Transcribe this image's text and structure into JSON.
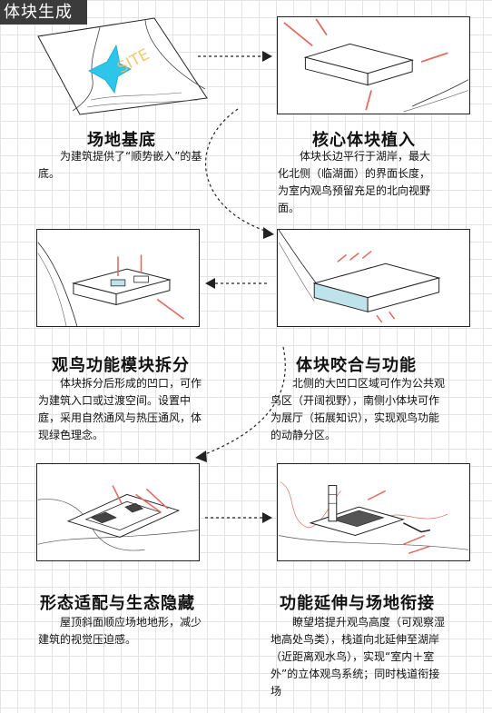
{
  "header": {
    "title": "体块生成"
  },
  "steps": [
    {
      "title": "场地基底",
      "desc": "为建筑提供了“顺势嵌入”的基底。",
      "site_label": "SITE"
    },
    {
      "title": "核心体块植入",
      "desc": "体块长边平行于湖岸，最大化北侧（临湖面）的界面长度，为室内观鸟预留充足的北向视野面。"
    },
    {
      "title": "观鸟功能模块拆分",
      "desc": "体块拆分后形成的凹口，可作为建筑入口或过渡空间。设置中庭，采用自然通风与热压通风，体现绿色理念。"
    },
    {
      "title": "体块咬合与功能",
      "desc": "北侧的大凹口区域可作为公共观鸟区（开阔视野），南侧小体块可作为展厅（拓展知识），实现观鸟功能的动静分区。"
    },
    {
      "title": "形态适配与生态隐藏",
      "desc": "屋顶斜面顺应场地地形，减少建筑的视觉压迫感。"
    },
    {
      "title": "功能延伸与场地衔接",
      "desc": "瞭望塔提升观鸟高度（可观察湿地高处鸟类），栈道向北延伸至湖岸（近距离观水鸟），实现“室内＋室外”的立体观鸟系统；同时栈道衔接场"
    }
  ],
  "colors": {
    "accent": "#e26a5e",
    "water": "#2ec5ea",
    "glass": "#bfe3ea",
    "header_bg": "#3b3b3b"
  }
}
